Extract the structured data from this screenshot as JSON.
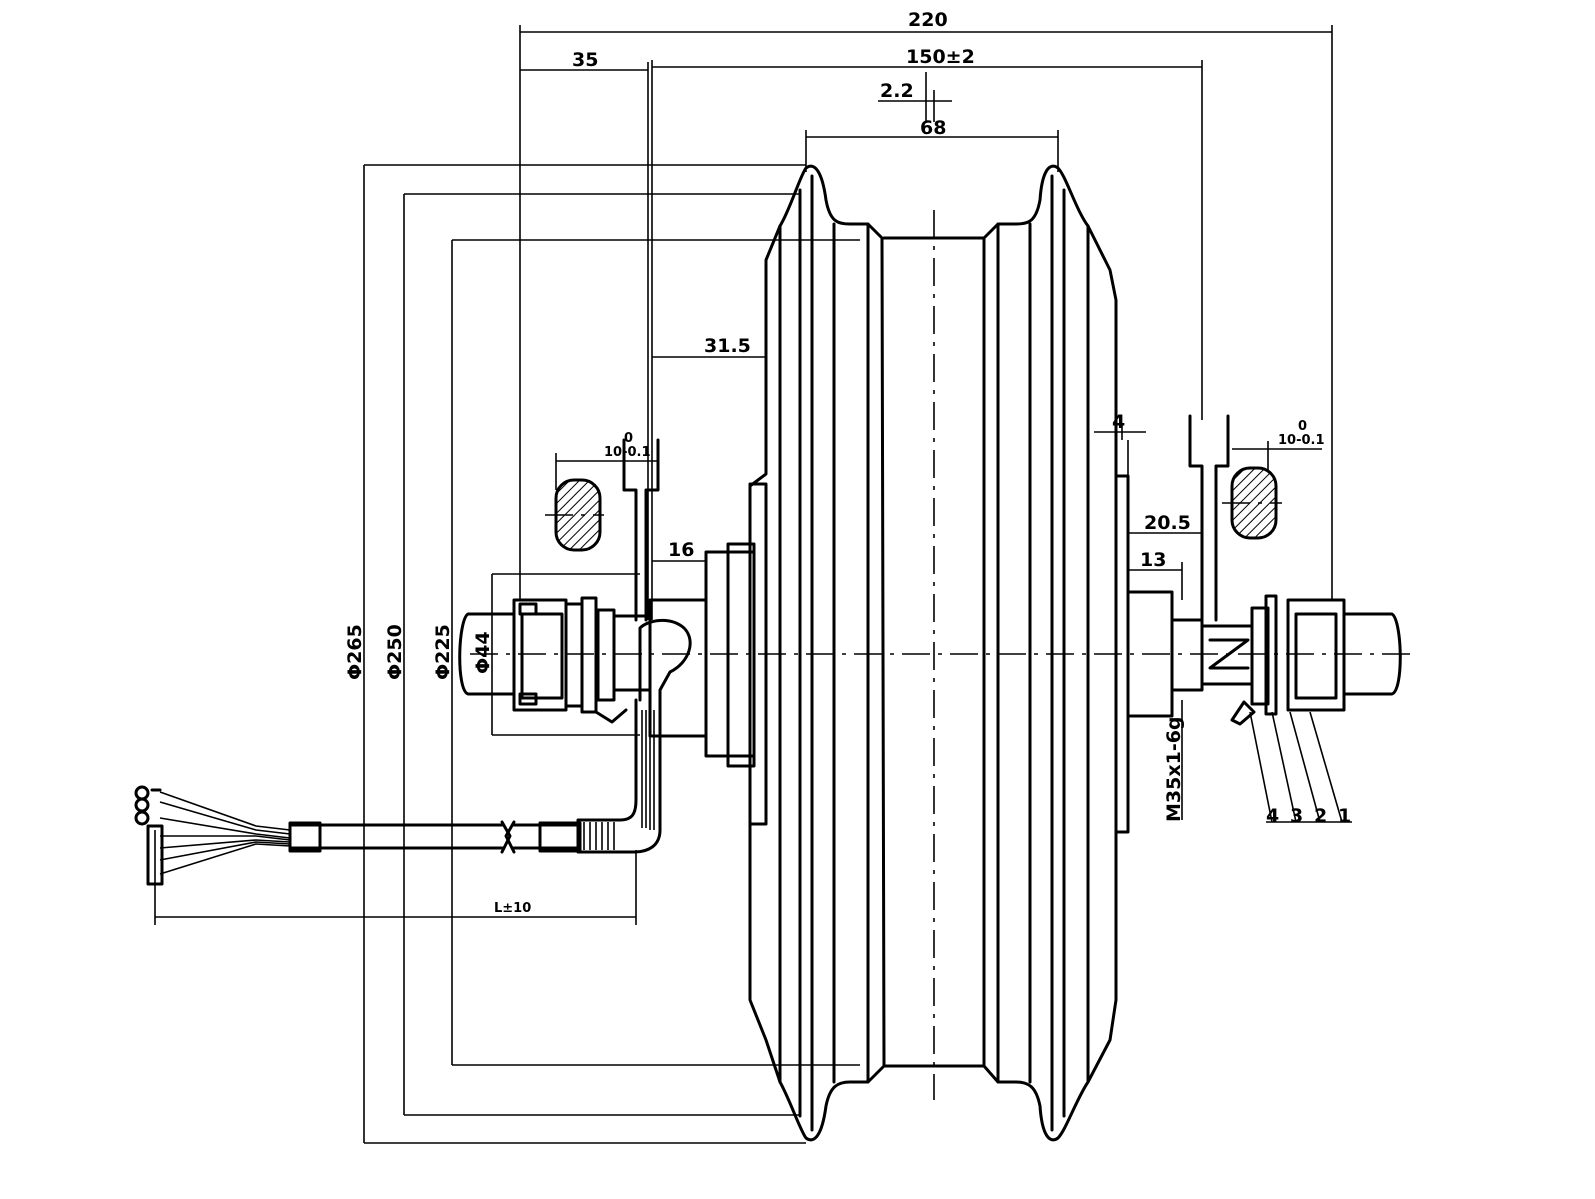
{
  "dimensions": {
    "overall_width": "220",
    "shaft_to_flange": "35",
    "flange_spacing": "150±2",
    "offset": "2.2",
    "rim_width": "68",
    "flange_to_rim": "31.5",
    "flat_left": "10-0.1",
    "flat_right": "10-0.1",
    "flat_upper": "0",
    "clearance": "4",
    "bearing_offset": "20.5",
    "hub_step_left": "16",
    "hub_step_right": "13",
    "thread_spec": "M35x1-6g",
    "dia_265": "Φ265",
    "dia_250": "Φ250",
    "dia_225": "Φ225",
    "dia_44": "Φ44",
    "cable_length": "L±10"
  },
  "part_numbers": [
    "4",
    "3",
    "2",
    "1"
  ]
}
